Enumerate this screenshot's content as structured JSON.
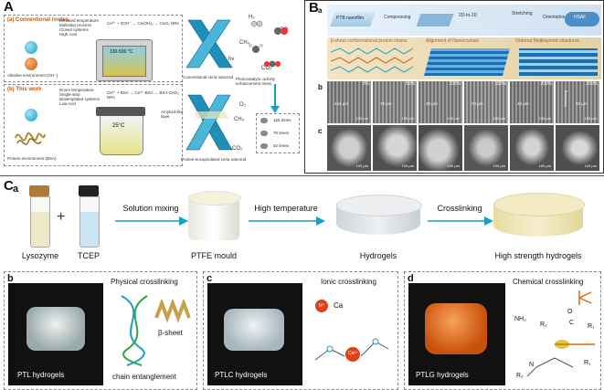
{
  "panelA": {
    "label": "A",
    "conventional": {
      "title": "(a) Conventional routes",
      "conditions": [
        "Elevated temperature",
        "Multistep process",
        "Closed systems",
        "High-cost"
      ],
      "reaction": "Ce³⁺ + 3OH⁻ → Ce(OH)₃ → CeO₂ NRs",
      "temp": "130-500 °C",
      "env": "Alkaline environment (OH⁻)",
      "product": "Conventional ceria nanorod"
    },
    "thiswork": {
      "title": "(b) This work",
      "conditions": [
        "Room temperature",
        "Single-step",
        "Biotemplated systems",
        "Low-cost"
      ],
      "reaction": "Ce³⁺ + BSA → Ce³⁺-BSA → BSA-CeO₂ NRs",
      "temp": "25°C",
      "env": "Protein environment (BSA)",
      "layer": "Amyloid-like layer",
      "product": "Protein-encapsulated ceria nanorod"
    },
    "molecules": {
      "h2": "H₂",
      "co": "CO",
      "ch4": "CH₄",
      "co2": "CO₂",
      "hv": "hv",
      "o2": "O₂"
    },
    "enhancement": "Photocatalytic activity enhancement times",
    "times": [
      "125 times",
      "70 times",
      "52 times"
    ]
  },
  "panelB": {
    "label": "B",
    "sub_a": "a",
    "sub_b": "b",
    "sub_c": "c",
    "steps": [
      "PTB nanofilm",
      "Compressing",
      "2D-to-1D",
      "Stretching",
      "Orientation",
      "HSAF"
    ],
    "structures": [
      "β-sheet conformational protein chains",
      "Alignment of Nanocrystals",
      "Ordered Multilayered structures"
    ],
    "percentages": [
      "0%",
      "50%",
      "100%",
      "150%",
      "200%",
      "300%"
    ],
    "widths": [
      "144 μm",
      "76 μm",
      "40 μm",
      "74 μm",
      "40 μm",
      "22 μm"
    ],
    "scale": "100 μm",
    "stretching": "Stretching"
  },
  "panelC": {
    "label": "C",
    "sub_a": "a",
    "sub_b": "b",
    "sub_c": "c",
    "sub_d": "d",
    "lysozyme": "Lysozyme",
    "plus": "+",
    "tcep": "TCEP",
    "step1": "Solution mixing",
    "mould": "PTFE mould",
    "step2": "High temperature",
    "hydrogels": "Hydrogels",
    "step3": "Crosslinking",
    "strong": "High strength hydrogels",
    "b_title": "Physical crosslinking",
    "b_sheet": "β-sheet",
    "b_chain": "chain entanglement",
    "b_gel": "PTL hydrogels",
    "c_title": "Ionic crosslinking",
    "c_m": "M⁺",
    "c_ca": "Ca",
    "c_ca2": "Ca²⁺",
    "c_gel": "PTLC hydrogels",
    "d_title": "Chemical crosslinking",
    "d_gel": "PTLG hydrogels",
    "d_nh2": "NH₂",
    "d_r2": "R₂",
    "d_o": "O",
    "d_c": "C",
    "d_r1": "R₁",
    "d_n": "N",
    "d_r3": "R₂",
    "d_r4": "R₁"
  },
  "colors": {
    "teal": "#1a9fc4",
    "navy": "#223a6b",
    "orange": "#e06a16",
    "lightblue": "#dfeaf4",
    "sand": "#efe4b8"
  }
}
